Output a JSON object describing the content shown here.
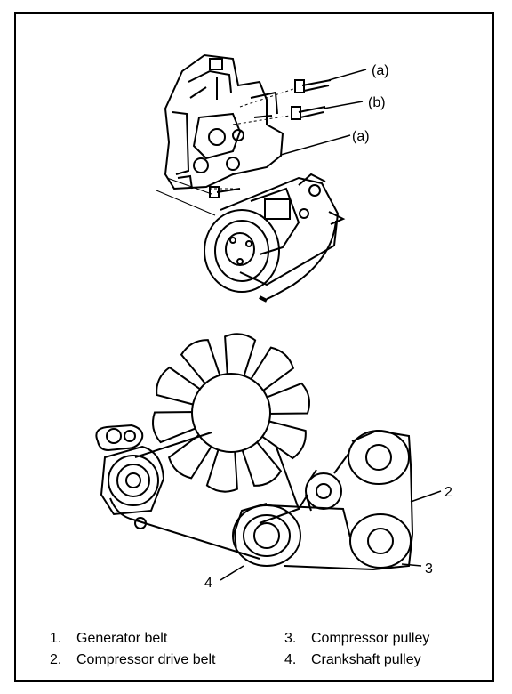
{
  "callouts": {
    "a_top": "(a)",
    "b": "(b)",
    "a_mid": "(a)",
    "n2": "2",
    "n3": "3",
    "n4": "4"
  },
  "legend": [
    {
      "num": "1.",
      "label": "Generator belt"
    },
    {
      "num": "2.",
      "label": "Compressor drive belt"
    },
    {
      "num": "3.",
      "label": "Compressor pulley"
    },
    {
      "num": "4.",
      "label": "Crankshaft pulley"
    }
  ],
  "colors": {
    "ink": "#000000",
    "paper": "#ffffff"
  }
}
